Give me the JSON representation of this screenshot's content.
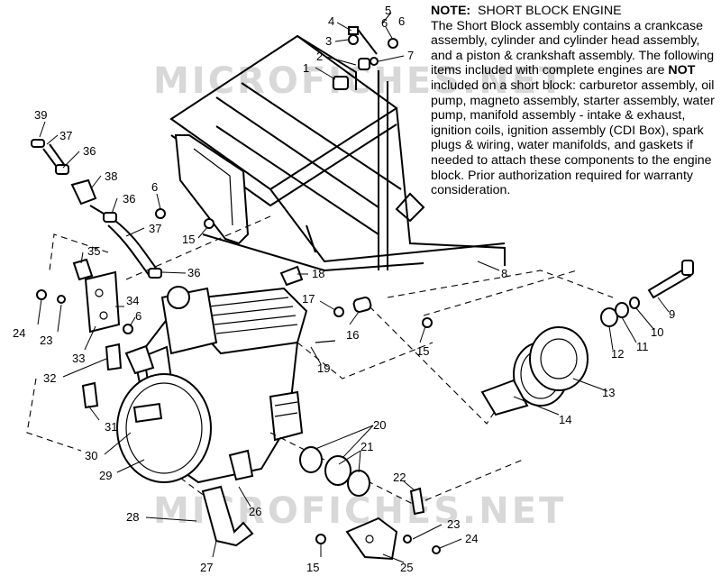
{
  "note": {
    "title": "NOTE:",
    "subtitle": "SHORT BLOCK ENGINE",
    "body_1": "The Short Block assembly contains a crankcase assembly, cylinder and cylinder head assembly, and a piston & crankshaft assembly. The following items included with complete engines are",
    "not_word": "NOT",
    "body_2": "included on a short block: carburetor assembly, oil pump, magneto assembly, starter assembly, water pump, manifold assembly - intake & exhaust, ignition coils, ignition assembly (CDI Box), spark plugs & wiring, water manifolds, and gaskets if needed to attach these components to the engine block. Prior authorization required for warranty consideration."
  },
  "watermarks": [
    "MICROFICHES.NET",
    "MICROFICHES.NET"
  ],
  "callouts": [
    "1",
    "2",
    "3",
    "4",
    "5",
    "6",
    "7",
    "6",
    "39",
    "37",
    "36",
    "38",
    "36",
    "6",
    "37",
    "15",
    "35",
    "36",
    "18",
    "24",
    "23",
    "33",
    "34",
    "6",
    "17",
    "16",
    "8",
    "15",
    "19",
    "32",
    "31",
    "30",
    "29",
    "20",
    "21",
    "22",
    "26",
    "28",
    "27",
    "23",
    "24",
    "15",
    "25",
    "14",
    "13",
    "12",
    "11",
    "10",
    "9"
  ]
}
